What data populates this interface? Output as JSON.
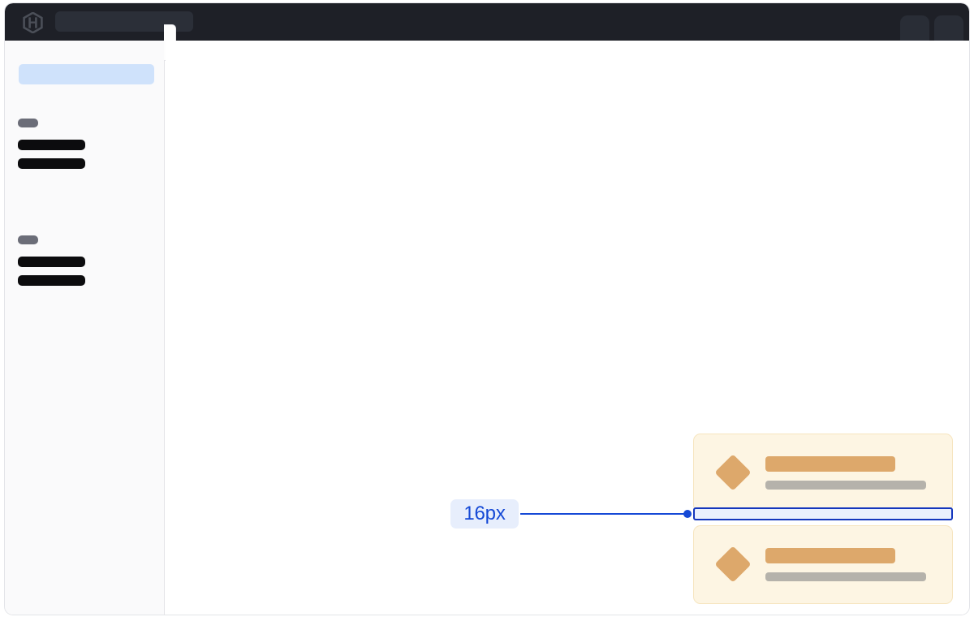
{
  "window": {
    "name": "application-window",
    "background": "#ffffff",
    "frame_border": "#e3e4e8"
  },
  "navbar": {
    "background": "#1e2027",
    "logo_icon": "hexagon-h-logo-icon",
    "search": {
      "name": "global-search-input",
      "value": "",
      "placeholder": "",
      "background": "#2b2f38"
    },
    "right_actions": [
      {
        "name": "nav-action-primary",
        "icon": "placeholder-pill-icon",
        "label": ""
      },
      {
        "name": "nav-action-secondary",
        "icon": "placeholder-pill-icon",
        "label": ""
      }
    ]
  },
  "sidebar": {
    "background": "#fafafb",
    "border": "#e4e4e8",
    "collapse_handle": {
      "name": "sidebar-collapse-handle",
      "icon": "sidebar-toggle-icon",
      "label": ""
    },
    "active_item": {
      "name": "sidebar-item-active",
      "label": "",
      "highlight_color": "#cfe2fb"
    },
    "groups": [
      {
        "name": "sidebar-group-one",
        "label": "",
        "label_color": "#6b6d78",
        "items": [
          {
            "name": "sidebar-item-1-1",
            "label": "",
            "width": 83
          },
          {
            "name": "sidebar-item-1-2",
            "label": "",
            "width": 83
          }
        ]
      },
      {
        "name": "sidebar-group-two",
        "label": "",
        "label_color": "#6b6d78",
        "items": [
          {
            "name": "sidebar-item-2-1",
            "label": "",
            "width": 83
          },
          {
            "name": "sidebar-item-2-2",
            "label": "",
            "width": 83
          }
        ]
      }
    ]
  },
  "canvas": {
    "background": "#ffffff",
    "cards": [
      {
        "name": "content-card-top",
        "icon": "diamond-icon",
        "title": "",
        "subtitle": "",
        "background": "#fdf5e3",
        "border": "#f6e5bf",
        "accent": "#dda86b"
      },
      {
        "name": "content-card-bottom",
        "icon": "diamond-icon",
        "title": "",
        "subtitle": "",
        "background": "#fdf5e3",
        "border": "#f6e5bf",
        "accent": "#dda86b"
      }
    ]
  },
  "measurement": {
    "name": "spacing-measurement-overlay",
    "value_label": "16px",
    "value": 16,
    "unit": "px",
    "badge_background": "#e7eefc",
    "accent_color": "#1549d6",
    "gap_fill": "#eaf0fd",
    "gap_border": "#1436bd",
    "leader_line": {
      "name": "measurement-leader-line"
    },
    "endpoint_dot": {
      "name": "measurement-endpoint-dot"
    }
  }
}
